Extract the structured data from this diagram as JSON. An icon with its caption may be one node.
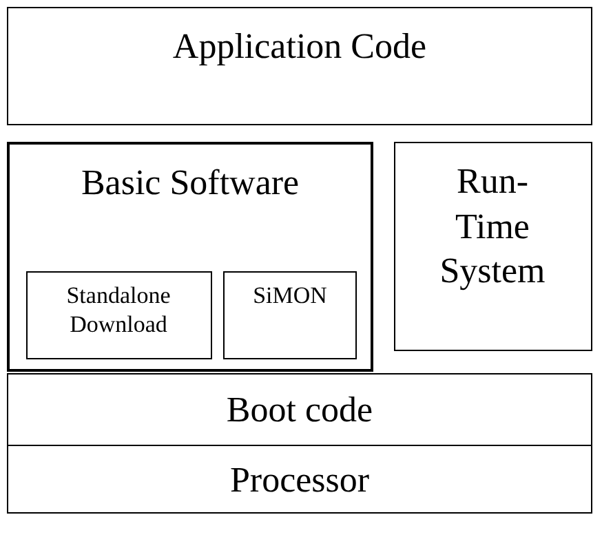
{
  "diagram": {
    "nodes": [
      {
        "text": [
          "Application Code"
        ]
      },
      {
        "text": [
          "Basic Software"
        ]
      },
      {
        "text": [
          "Standalone Download"
        ],
        "in": 1
      },
      {
        "text": [
          "SiMON"
        ],
        "in": 1
      },
      {
        "text": [
          "Run-Time System"
        ]
      },
      {
        "text": [
          "Boot code"
        ]
      },
      {
        "text": [
          "Processor"
        ]
      }
    ]
  }
}
